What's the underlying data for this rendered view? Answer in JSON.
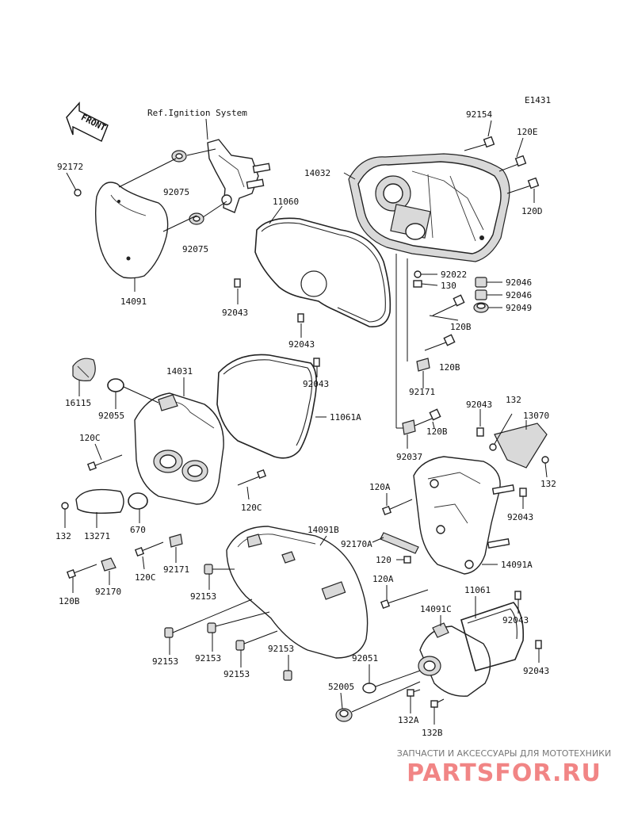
{
  "diagram": {
    "code": "E1431",
    "reference_note": "Ref.Ignition System",
    "front_arrow": "FRONT",
    "part_labels": {
      "p92154": "92154",
      "p120E": "120E",
      "p92172": "92172",
      "p92075a": "92075",
      "p92075b": "92075",
      "p14032": "14032",
      "p11060": "11060",
      "p120D": "120D",
      "p14091": "14091",
      "p92043a": "92043",
      "p92022": "92022",
      "p130": "130",
      "p92046a": "92046",
      "p92046b": "92046",
      "p92049": "92049",
      "p120Ba": "120B",
      "p92043b": "92043",
      "p120Bb": "120B",
      "p14031": "14031",
      "p92043c": "92043",
      "p16115": "16115",
      "p92055": "92055",
      "p92171a": "92171",
      "p11061A": "11061A",
      "p120Ca": "120C",
      "p92043d": "92043",
      "p132a": "132",
      "p13070": "13070",
      "p120Bc": "120B",
      "p92037": "92037",
      "p132b": "132",
      "p120Cb": "120C",
      "p120Aa": "120A",
      "p132c": "132",
      "p13271": "13271",
      "p670": "670",
      "p92043e": "92043",
      "p14091B": "14091B",
      "p92170A": "92170A",
      "p120": "120",
      "p92171b": "92171",
      "p120Cc": "120C",
      "p14091A": "14091A",
      "p92153a": "92153",
      "p120Bd": "120B",
      "p92170": "92170",
      "p120Ab": "120A",
      "p11061": "11061",
      "p14091C": "14091C",
      "p92043f": "92043",
      "p92153b": "92153",
      "p92153c": "92153",
      "p92153d": "92153",
      "p92153e": "92153",
      "p92051": "92051",
      "p92043g": "92043",
      "p52005": "52005",
      "p132A": "132A",
      "p132B": "132B"
    }
  },
  "watermark": {
    "tagline": "ЗАПЧАСТИ И АКСЕССУАРЫ ДЛЯ МОТОТЕХНИКИ",
    "logo": "PARTSFOR.RU",
    "color": "#f07878"
  }
}
